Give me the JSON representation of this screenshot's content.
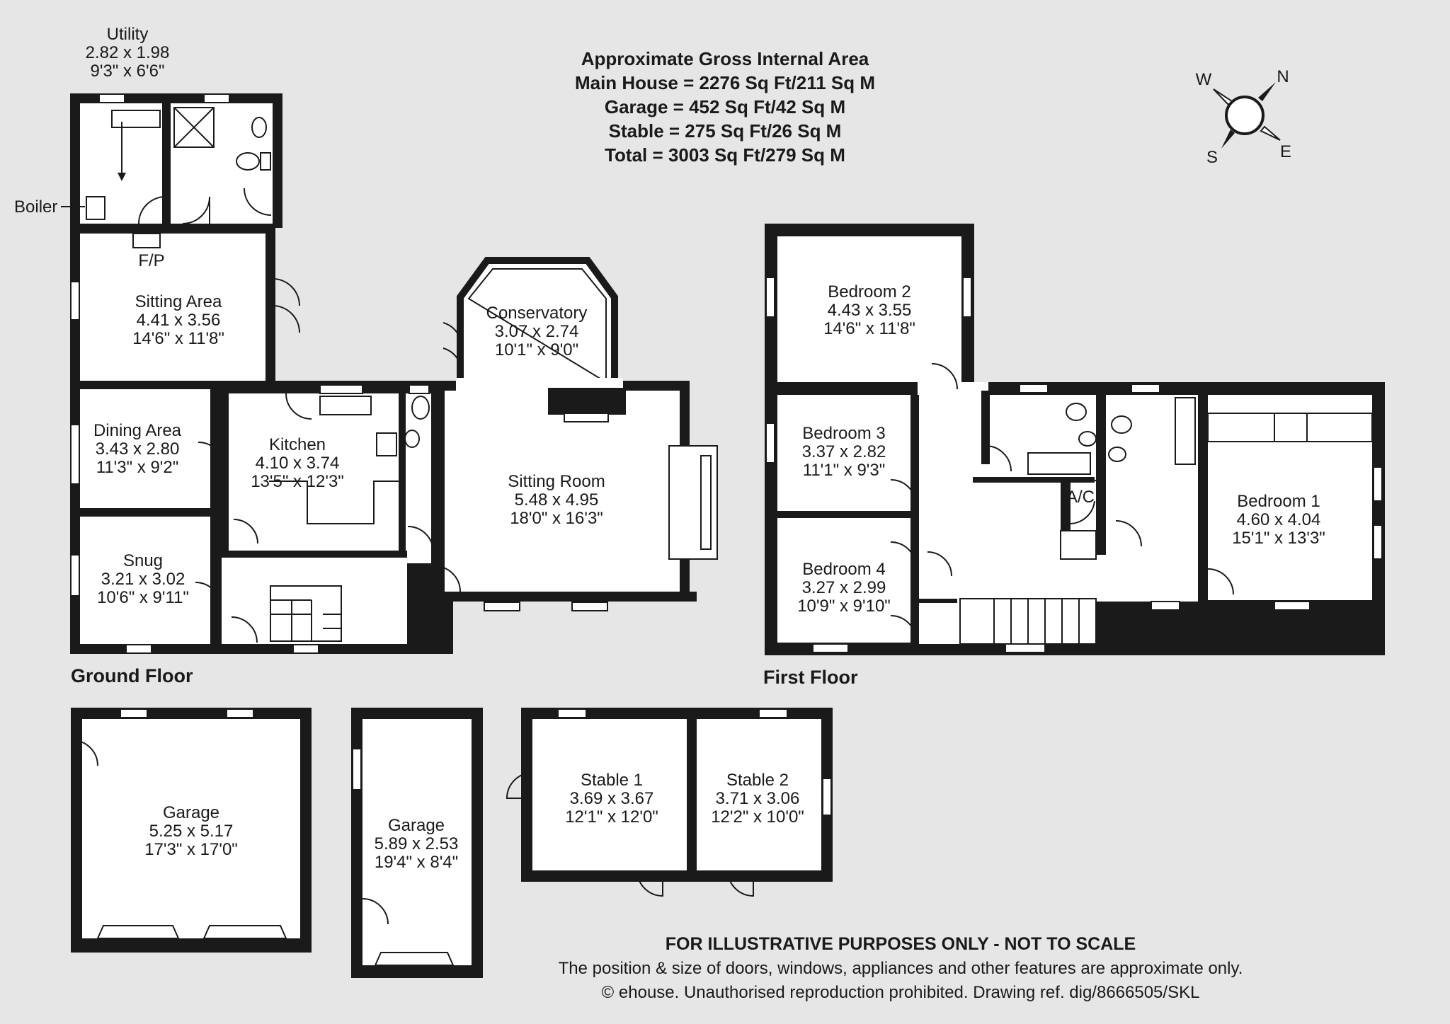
{
  "header": {
    "line1": "Approximate Gross Internal Area",
    "line2": "Main House = 2276 Sq Ft/211 Sq M",
    "line3": "Garage = 452 Sq Ft/42 Sq M",
    "line4": "Stable = 275 Sq Ft/26 Sq M",
    "line5": "Total = 3003 Sq Ft/279 Sq M"
  },
  "compass": {
    "w": "W",
    "n": "N",
    "s": "S",
    "e": "E"
  },
  "floors": {
    "ground": "Ground Floor",
    "first": "First Floor"
  },
  "labels": {
    "boiler": "Boiler",
    "fp": "F/P",
    "ac": "A/C"
  },
  "rooms": {
    "utility": {
      "name": "Utility",
      "metric": "2.82 x 1.98",
      "imperial": "9'3\" x 6'6\""
    },
    "sitting_area": {
      "name": "Sitting Area",
      "metric": "4.41 x 3.56",
      "imperial": "14'6\" x 11'8\""
    },
    "dining_area": {
      "name": "Dining Area",
      "metric": "3.43 x 2.80",
      "imperial": "11'3\" x 9'2\""
    },
    "snug": {
      "name": "Snug",
      "metric": "3.21 x 3.02",
      "imperial": "10'6\" x 9'11\""
    },
    "kitchen": {
      "name": "Kitchen",
      "metric": "4.10 x 3.74",
      "imperial": "13'5\" x 12'3\""
    },
    "conservatory": {
      "name": "Conservatory",
      "metric": "3.07 x 2.74",
      "imperial": "10'1\" x 9'0\""
    },
    "sitting_room": {
      "name": "Sitting Room",
      "metric": "5.48 x 4.95",
      "imperial": "18'0\" x 16'3\""
    },
    "bedroom2": {
      "name": "Bedroom 2",
      "metric": "4.43 x 3.55",
      "imperial": "14'6\" x 11'8\""
    },
    "bedroom3": {
      "name": "Bedroom 3",
      "metric": "3.37 x 2.82",
      "imperial": "11'1\" x 9'3\""
    },
    "bedroom4": {
      "name": "Bedroom 4",
      "metric": "3.27 x 2.99",
      "imperial": "10'9\" x 9'10\""
    },
    "bedroom1": {
      "name": "Bedroom 1",
      "metric": "4.60 x 4.04",
      "imperial": "15'1\" x 13'3\""
    },
    "garage1": {
      "name": "Garage",
      "metric": "5.25 x 5.17",
      "imperial": "17'3\" x 17'0\""
    },
    "garage2": {
      "name": "Garage",
      "metric": "5.89 x 2.53",
      "imperial": "19'4\" x 8'4\""
    },
    "stable1": {
      "name": "Stable 1",
      "metric": "3.69 x 3.67",
      "imperial": "12'1\" x 12'0\""
    },
    "stable2": {
      "name": "Stable 2",
      "metric": "3.71 x 3.06",
      "imperial": "12'2\" x 10'0\""
    }
  },
  "footer": {
    "disclaimer": "FOR ILLUSTRATIVE PURPOSES ONLY - NOT TO SCALE",
    "note": "The position & size of doors, windows, appliances and other features are approximate only.",
    "copyright": "© ehouse. Unauthorised reproduction prohibited. Drawing ref. dig/8666505/SKL"
  }
}
